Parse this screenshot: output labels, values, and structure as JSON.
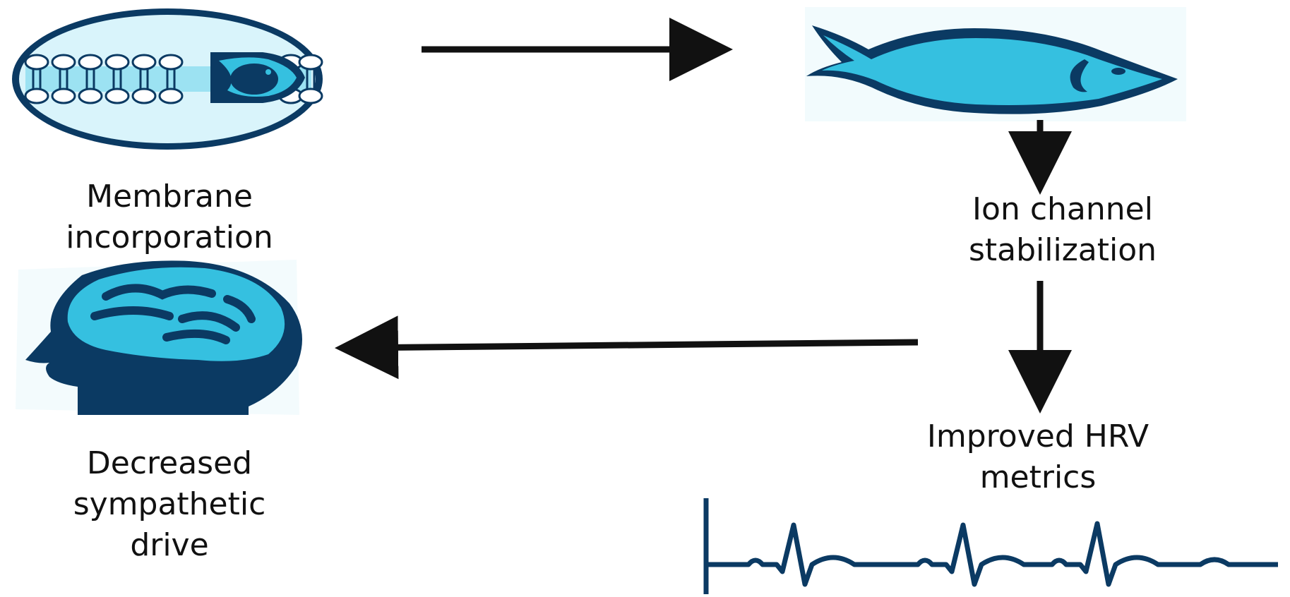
{
  "colors": {
    "navy": "#0b3a63",
    "cyan": "#35c0e0",
    "light_cyan": "#d9f4fb",
    "arrow": "#111111"
  },
  "icons": {
    "membrane": "lipid-bilayer-with-fish-icon",
    "fish": "fish-icon",
    "brain": "head-brain-icon",
    "ecg": "ecg-trace-icon"
  },
  "labels": {
    "membrane": [
      "Membrane",
      "incorporation"
    ],
    "ion_channel": [
      "Ion channel",
      "stabilization"
    ],
    "hrv": [
      "Improved HRV",
      "metrics"
    ],
    "sympathetic": [
      "Decreased",
      "sympathetic",
      "drive"
    ]
  }
}
